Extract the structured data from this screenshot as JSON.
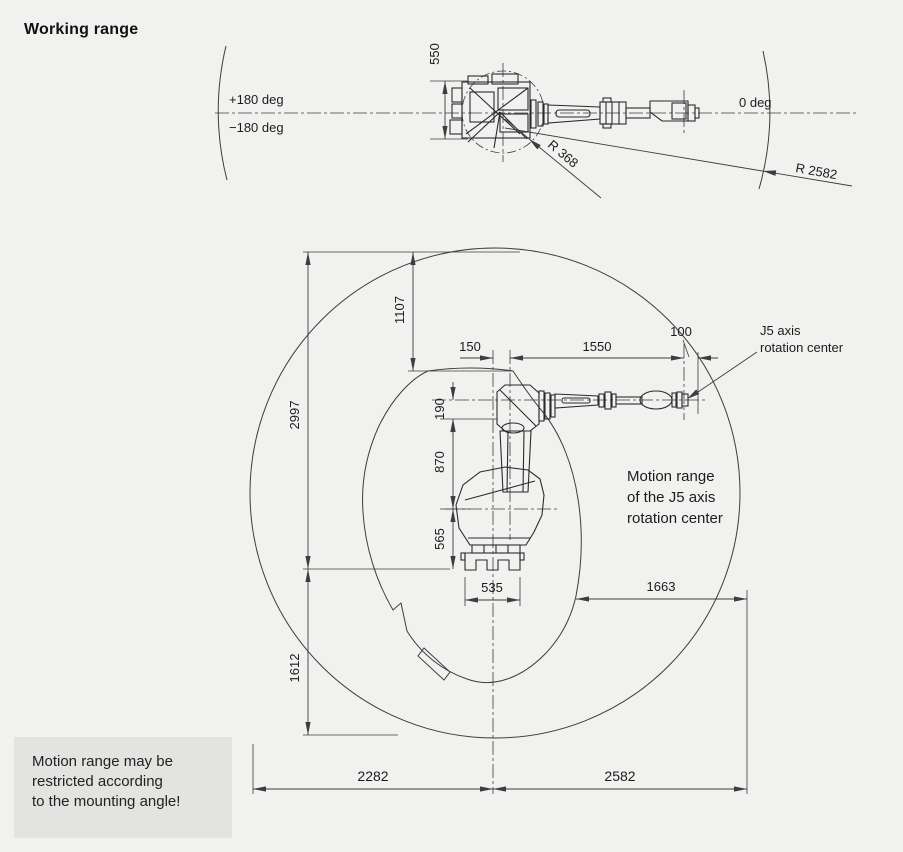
{
  "title": "Working range",
  "colors": {
    "background": "#f1f1f0",
    "note_box_bg": "#e3e3e1",
    "line": "#3d3d3d",
    "robot_line": "#2b2b2b",
    "text": "#1c1c1c"
  },
  "top_view": {
    "dim_base_width": "550",
    "angle_plus": "+180 deg",
    "angle_minus": "−180 deg",
    "angle_zero": "0 deg",
    "radius_inner": "R 368",
    "radius_outer": "R 2582"
  },
  "side_view": {
    "dim_top_to_j5_max": "1107",
    "dim_max_height": "2997",
    "dim_below_base": "1612",
    "dim_j1_j2_offset": "150",
    "dim_arm_reach": "1550",
    "dim_wrist_to_flange": "100",
    "dim_j5_drop": "190",
    "dim_upper_arm": "870",
    "dim_base_to_j2": "565",
    "dim_base_width": "535",
    "dim_rear_clearance": "1663",
    "dim_floor_rear": "2282",
    "dim_floor_front": "2582",
    "j5_label_line1": "J5 axis",
    "j5_label_line2": "rotation center",
    "motion_line1": "Motion range",
    "motion_line2": "of the J5 axis",
    "motion_line3": "rotation center"
  },
  "footnote": {
    "line1": "Motion range may be",
    "line2": "restricted according",
    "line3": "to the mounting angle!"
  }
}
